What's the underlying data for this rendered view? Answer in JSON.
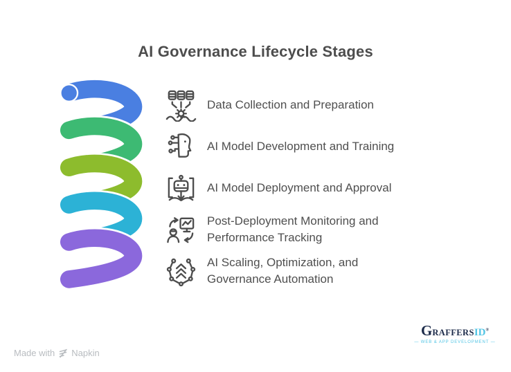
{
  "title": "AI Governance Lifecycle Stages",
  "spiral": {
    "colors": [
      "#4a7fe1",
      "#3dba73",
      "#8dbc2d",
      "#2cb2d6",
      "#8b68dc"
    ],
    "color_names": [
      "blue",
      "green",
      "olive-green",
      "cyan",
      "purple"
    ]
  },
  "stages": [
    {
      "label": "Data Collection and Preparation",
      "icon": "data-collection-icon"
    },
    {
      "label": "AI Model Development and Training",
      "icon": "ai-head-circuit-icon"
    },
    {
      "label": "AI Model Deployment and Approval",
      "icon": "robot-deploy-icon"
    },
    {
      "label": "Post-Deployment Monitoring and Performance Tracking",
      "icon": "monitoring-feedback-icon"
    },
    {
      "label": "AI Scaling, Optimization, and Governance Automation",
      "icon": "network-scaling-icon"
    }
  ],
  "credit": {
    "prefix": "Made with",
    "brand": "Napkin"
  },
  "logo": {
    "g": "G",
    "rest": "RAFFERS",
    "id": "ID",
    "registered": "®",
    "tagline": "— WEB & APP DEVELOPMENT —",
    "navy": "#1c2b4a",
    "cyan": "#52c5e5"
  }
}
